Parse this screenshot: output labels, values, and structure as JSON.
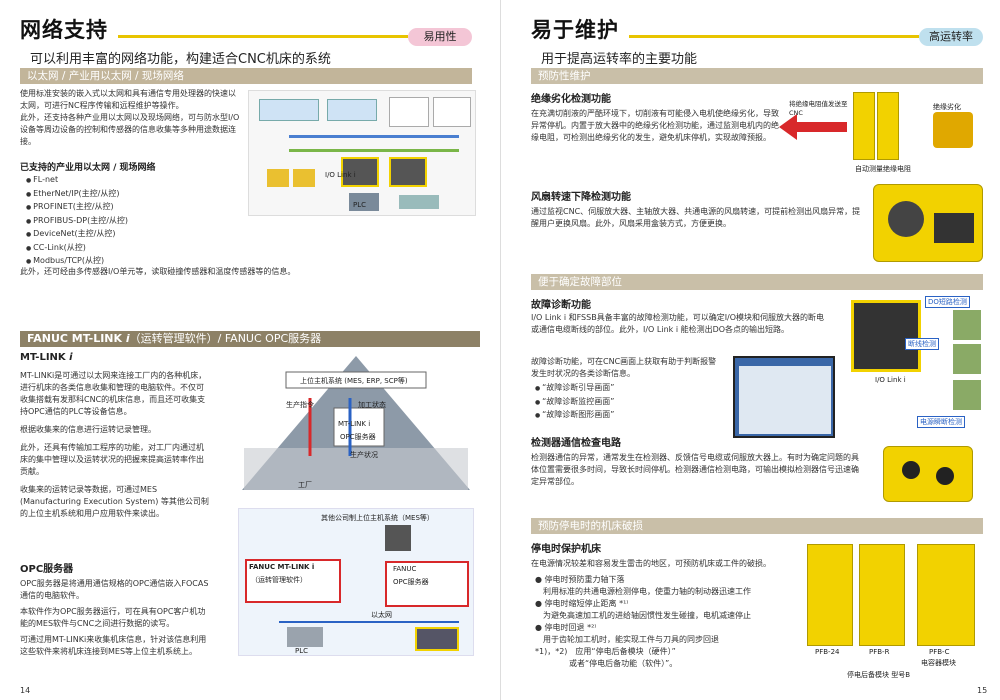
{
  "left": {
    "title": "网络支持",
    "tag": "易用性",
    "subtitle": "可以利用丰富的网络功能，构建适合CNC机床的系统",
    "section1": {
      "bar": "以太网 / 产业用以太网 / 现场网络",
      "paragraphs": [
        "使用标准安装的嵌入式以太网和具有通信专用处理器的快速以太网，可进行NC程序传输和远程维护等操作。",
        "此外，还支持各种产业用以太网以及现场网络，可与防水型I/O设备等周边设备的控制和传感器的信息收集等多种用途数据连接。"
      ],
      "list_title": "已支持的产业用以太网 / 现场网络",
      "list": [
        "FL-net",
        "EtherNet/IP(主控/从控)",
        "PROFINET(主控/从控)",
        "PROFIBUS-DP(主控/从控)",
        "DeviceNet(主控/从控)",
        "CC-Link(从控)",
        "Modbus/TCP(从控)"
      ],
      "note": "此外，还可经由多传感器I/O单元等，读取碰撞传感器和温度传感器等的信息。",
      "diagram_labels": {
        "plc": "PLC",
        "io": "I/O Link i"
      }
    },
    "section2": {
      "bar_bold": "FANUC MT-LINK ",
      "bar_i": "i",
      "bar_rest": "（运转管理软件）/ FANUC OPC服务器",
      "mt_title": "MT-LINK ",
      "mt_title_i": "i",
      "mt_paras": [
        "MT-LINKi是可通过以太网来连接工厂内的各种机床，进行机床的各类信息收集和管理的电脑软件。不仅可收集搭载有发那科CNC的机床信息，而且还可收集支持OPC通信的PLC等设备信息。",
        "根据收集来的信息进行运转记录管理。",
        "此外，还具有传输加工程序的功能，对工厂内通过机床的集中管理以及运转状况的把握来提高运转率作出贡献。",
        "收集来的运转记录等数据，可通过MES (Manufacturing Execution System) 等其他公司制的上位主机系统和用户应用软件来读出。"
      ],
      "pyramid": {
        "top": "上位主机系统 (MES, ERP, SCP等)",
        "prod": "生产指令",
        "add": "加工状态",
        "mt": "MT-LINK i",
        "opc": "OPC服务器",
        "status": "生产状况",
        "factory": "工厂"
      },
      "opc_title": "OPC服务器",
      "opc_paras": [
        "OPC服务器是将通用通信规格的OPC通信嵌入FOCAS通信的电脑软件。",
        "本软件作为OPC服务器运行，可在具有OPC客户机功能的MES软件与CNC之间进行数据的读写。",
        "可通过用MT-LINKi来收集机床信息，针对该信息利用这些软件来将机床连接到MES等上位主机系统上。"
      ],
      "net": {
        "top": "其他公司制上位主机系统（MES等）",
        "mt": "FANUC MT-LINK i",
        "mt2": "（运转管理软件）",
        "opc": "FANUC",
        "opc2": "OPC服务器",
        "eth": "以太网",
        "plc": "PLC"
      }
    },
    "page_number": "14"
  },
  "right": {
    "title": "易于维护",
    "tag": "高运转率",
    "subtitle": "用于提高运转率的主要功能",
    "s1": {
      "bar": "预防性维护",
      "h1": "绝缘劣化检测功能",
      "p1": "在充满切削液的严酷环境下，切削液有可能侵入电机使绝缘劣化，导致异常停机。内置于放大器中的绝缘劣化检测功能，通过监测电机内的绝缘电阻，可检测出绝缘劣化的发生，避免机床停机，实现故障预报。",
      "amp_label": "将绝缘电阻值发送至CNC",
      "motor_label": "绝缘劣化",
      "auto_label": "自动测量绝缘电阻",
      "h2": "风扇转速下降检测功能",
      "p2": "通过监视CNC、伺服放大器、主轴放大器、共通电源的风扇转速，可提前检测出风扇异常，提醒用户更换风扇。此外，风扇采用盒装方式，方便更换。"
    },
    "s2": {
      "bar": "便于确定故障部位",
      "h1": "故障诊断功能",
      "p1": "I/O Link i 和FSSB具备丰富的故障检测功能，可以确定I/O模块和伺服放大器的断电或通信电缆断线的部位。此外，I/O Link i 能检测出DO各点的输出短路。",
      "p2": "故障诊断功能，可在CNC画面上获取有助于判断报警发生时状况的各类诊断信息。",
      "list": [
        "“故障诊断引导画面”",
        "“故障诊断监控画面”",
        "“故障诊断图形画面”"
      ],
      "do_label": "DO短路检测",
      "wire_label": "断线检测",
      "iolink": "I/O Link i",
      "power_label": "电源瞬断检测",
      "h2": "检测器通信检查电路",
      "p3": "检测器通信的异常，通常发生在检测器、反馈信号电缆或伺服放大器上。有时为确定问题的具体位置需要很多时间，导致长时间停机。检测器通信检测电路，可输出模拟检测器信号迅速确定异常部位。"
    },
    "s3": {
      "bar": "预防停电时的机床破损",
      "h1": "停电时保护机床",
      "p1": "在电源情况较差和容易发生雷击的地区，可预防机床或工件的破损。",
      "items": [
        {
          "t": "停电时预防重力轴下落",
          "d": "利用标准的共通电源检测停电，使重力轴的制动器迅速工作"
        },
        {
          "t": "停电时缩短停止距离 *¹⁾",
          "d": "为避免高速加工机的进给轴因惯性发生碰撞，电机减速停止"
        },
        {
          "t": "停电时回退 *²⁾",
          "d": "用于齿轮加工机时，能实现工件与刀具的同步回退"
        }
      ],
      "notes": [
        "*1)，*2)　应用“停电后备模块（硬件）”",
        "或者“停电后备功能（软件）”。"
      ],
      "mods": [
        "PFB-24",
        "PFB-R",
        "PFB-C"
      ],
      "mod_c2": "电容器模块",
      "caption": "停电后备模块 型号B"
    },
    "page_number": "15"
  },
  "colors": {
    "accent": "#e8c400",
    "bar_dark": "#8d8166",
    "bar_tan": "#c2b59a",
    "tag_pink": "#f4c6d6",
    "tag_blue": "#bfe0ee",
    "red": "#d8282a",
    "fanuc_yellow": "#f2d200"
  }
}
